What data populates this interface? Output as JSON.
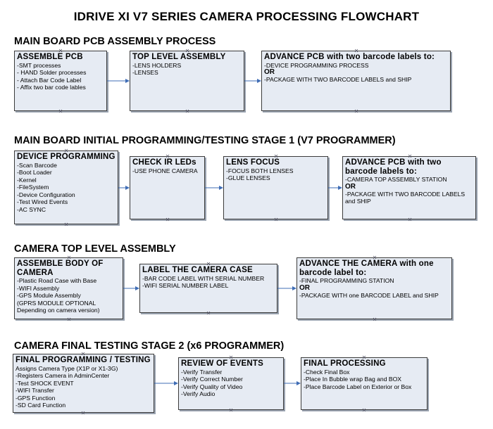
{
  "title": "IDRIVE XI V7 SERIES CAMERA PROCESSING FLOWCHART",
  "colors": {
    "box_fill": "#e6ebf3",
    "connector": "#3f6db5",
    "marker": "#445"
  },
  "sections": [
    {
      "title": "MAIN BOARD PCB ASSEMBLY PROCESS",
      "boxes": [
        {
          "heading": "ASSEMBLE PCB",
          "lines": [
            "-SMT processes",
            "- HAND Solder processes",
            "- Attach Bar Code Label",
            "- Affix two bar code lables"
          ]
        },
        {
          "heading": "TOP LEVEL ASSEMBLY",
          "lines": [
            "-LENS HOLDERS",
            "-LENSES"
          ]
        },
        {
          "heading": "ADVANCE PCB with two barcode labels to:",
          "lines": [
            "-DEVICE PROGRAMMING PROCESS",
            "OR",
            "-PACKAGE WITH TWO BARCODE LABELS and SHIP"
          ]
        }
      ]
    },
    {
      "title": "MAIN BOARD INITIAL PROGRAMMING/TESTING STAGE 1 (V7 PROGRAMMER)",
      "boxes": [
        {
          "heading": "DEVICE PROGRAMMING",
          "lines": [
            "-Scan Barcode",
            "-Boot Loader",
            "-Kernel",
            "-FileSystem",
            "-Device Configuration",
            "-Test Wired Events",
            "-AC SYNC"
          ]
        },
        {
          "heading": "CHECK IR LEDs",
          "lines": [
            "-USE PHONE CAMERA"
          ]
        },
        {
          "heading": "LENS FOCUS",
          "lines": [
            "-FOCUS BOTH LENSES",
            "-GLUE LENSES"
          ]
        },
        {
          "heading": "ADVANCE PCB with two barcode labels to:",
          "lines": [
            "-CAMERA TOP ASSEMBLY STATION",
            "OR",
            "-PACKAGE WITH TWO BARCODE LABELS and SHIP"
          ]
        }
      ]
    },
    {
      "title": "CAMERA TOP LEVEL ASSEMBLY",
      "boxes": [
        {
          "heading": "ASSEMBLE BODY OF CAMERA",
          "lines": [
            "-Plastic Road Case with Base",
            "-WIFI Assembly",
            "-GPS Module Assembly",
            "(GPRS MODULE OPTIONAL",
            "Depending on camera version)"
          ]
        },
        {
          "heading": "LABEL THE CAMERA CASE",
          "lines": [
            "-BAR CODE LABEL WITH SERIAL NUMBER",
            "-WIFI SERIAL NUMBER LABEL"
          ]
        },
        {
          "heading": "ADVANCE THE CAMERA with one barcode label to:",
          "lines": [
            "-FINAL PROGRAMMING STATION",
            "OR",
            "-PACKAGE WITH one BARCODE LABEL and SHIP"
          ]
        }
      ]
    },
    {
      "title": "CAMERA FINAL TESTING STAGE 2 (x6 PROGRAMMER)",
      "boxes": [
        {
          "heading": "FINAL PROGRAMMING / TESTING",
          "lines": [
            "Assigns Camera Type (X1P or X1-3G)",
            "-Registers Camera in AdminCenter",
            "-Test SHOCK EVENT",
            "-WIFI Transfer",
            "-GPS Function",
            "-SD Card Function"
          ]
        },
        {
          "heading": "REVIEW OF EVENTS",
          "lines": [
            "-Verify Transfer",
            "-Verify Correct Number",
            "-Verify Quality of Video",
            "-Verify Audio"
          ]
        },
        {
          "heading": "FINAL PROCESSING",
          "lines": [
            "-Check Final Box",
            "-Place In Bubble wrap Bag and BOX",
            "-Place Barcode Label on Exterior or Box"
          ]
        }
      ]
    }
  ]
}
